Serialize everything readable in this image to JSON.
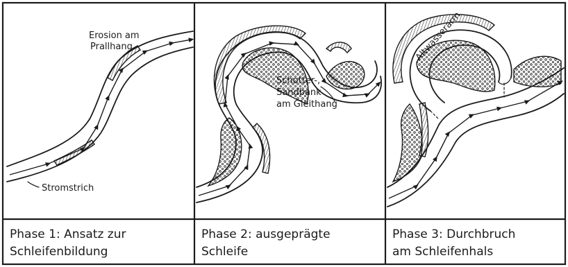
{
  "panels": [
    {
      "id": "phase1",
      "caption_line1": "Phase 1: Ansatz zur",
      "caption_line2": "Schleifenbildung",
      "labels": {
        "erosion_line1": "Erosion am",
        "erosion_line2": "Prallhang",
        "stromstrich": "Stromstrich"
      }
    },
    {
      "id": "phase2",
      "caption_line1": "Phase 2: ausgeprägte",
      "caption_line2": "Schleife",
      "labels": {
        "gravel_line1": "Schotter-,",
        "gravel_line2": "Sandbank",
        "gravel_line3": "am Gleithang"
      }
    },
    {
      "id": "phase3",
      "caption_line1": "Phase 3: Durchbruch",
      "caption_line2": "am Schleifenhals",
      "labels": {
        "altwasserarm": "Altwasserarm"
      }
    }
  ],
  "colors": {
    "ink": "#1b1b1b",
    "paper": "#ffffff"
  }
}
